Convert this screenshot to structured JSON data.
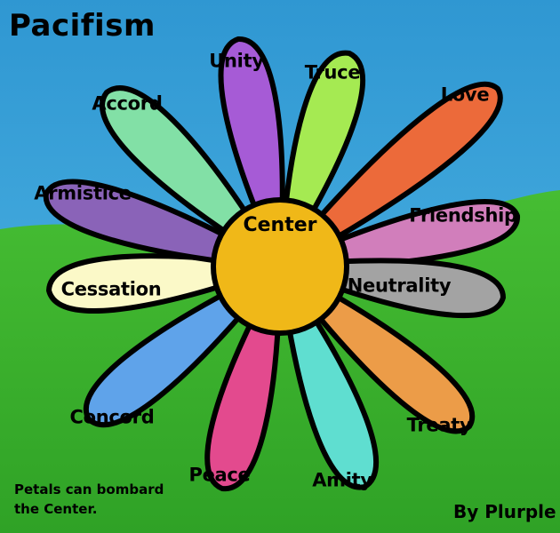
{
  "title": "Pacifism",
  "center": {
    "label": "Center",
    "color": "#f0b818"
  },
  "petals": [
    {
      "id": "unity",
      "label": "Unity",
      "color": "#a65bd6"
    },
    {
      "id": "truce",
      "label": "Truce",
      "color": "#a5ea52"
    },
    {
      "id": "love",
      "label": "Love",
      "color": "#ec6a3a"
    },
    {
      "id": "friendship",
      "label": "Friendship",
      "color": "#d17ebb"
    },
    {
      "id": "neutrality",
      "label": "Neutrality",
      "color": "#a3a3a3"
    },
    {
      "id": "treaty",
      "label": "Treaty",
      "color": "#ec9c48"
    },
    {
      "id": "amity",
      "label": "Amity",
      "color": "#5fded0"
    },
    {
      "id": "peace",
      "label": "Peace",
      "color": "#e34a8e"
    },
    {
      "id": "concord",
      "label": "Concord",
      "color": "#5fa3ea"
    },
    {
      "id": "cessation",
      "label": "Cessation",
      "color": "#fbf9c8"
    },
    {
      "id": "armistice",
      "label": "Armistice",
      "color": "#8a63b8"
    },
    {
      "id": "accord",
      "label": "Accord",
      "color": "#82e0a6"
    }
  ],
  "note": "Petals can bombard\nthe Center.",
  "author": "By Plurple",
  "colors": {
    "sky": "#3fa9de",
    "grass": "#3cb22c",
    "outline": "#000000"
  }
}
